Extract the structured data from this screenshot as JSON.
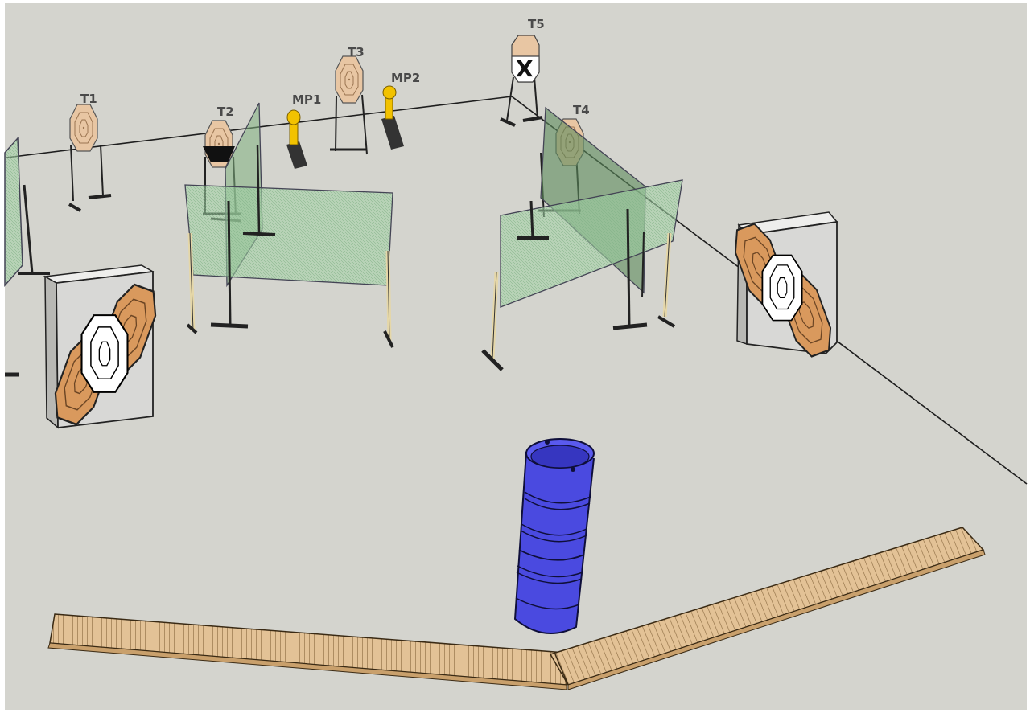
{
  "scene": {
    "ground_color": "#d4d4ce",
    "boundary_color": "#1e1e1e",
    "panel_color": "#7fc48a",
    "barrel_color": "#4a4ae0",
    "board_color": "#deb98a",
    "cardboard_color": "#d9a06e",
    "no_shoot_color": "#ffffff",
    "popper_color": "#f2c200"
  },
  "labels": {
    "t1": "T1",
    "t2": "T2",
    "t3": "T3",
    "t4": "T4",
    "t5": "T5",
    "mp1": "MP1",
    "mp2": "MP2"
  },
  "icons": {
    "t1": "cardboard-target-icon",
    "t2": "partially-hardcovered-target-icon",
    "t3": "cardboard-target-icon",
    "t4": "cardboard-target-icon",
    "t5": "no-shoot-target-icon",
    "mp1": "metal-popper-icon",
    "mp2": "metal-popper-icon",
    "barrel": "stacked-barrel-icon",
    "fault_line": "fault-line-icon"
  }
}
